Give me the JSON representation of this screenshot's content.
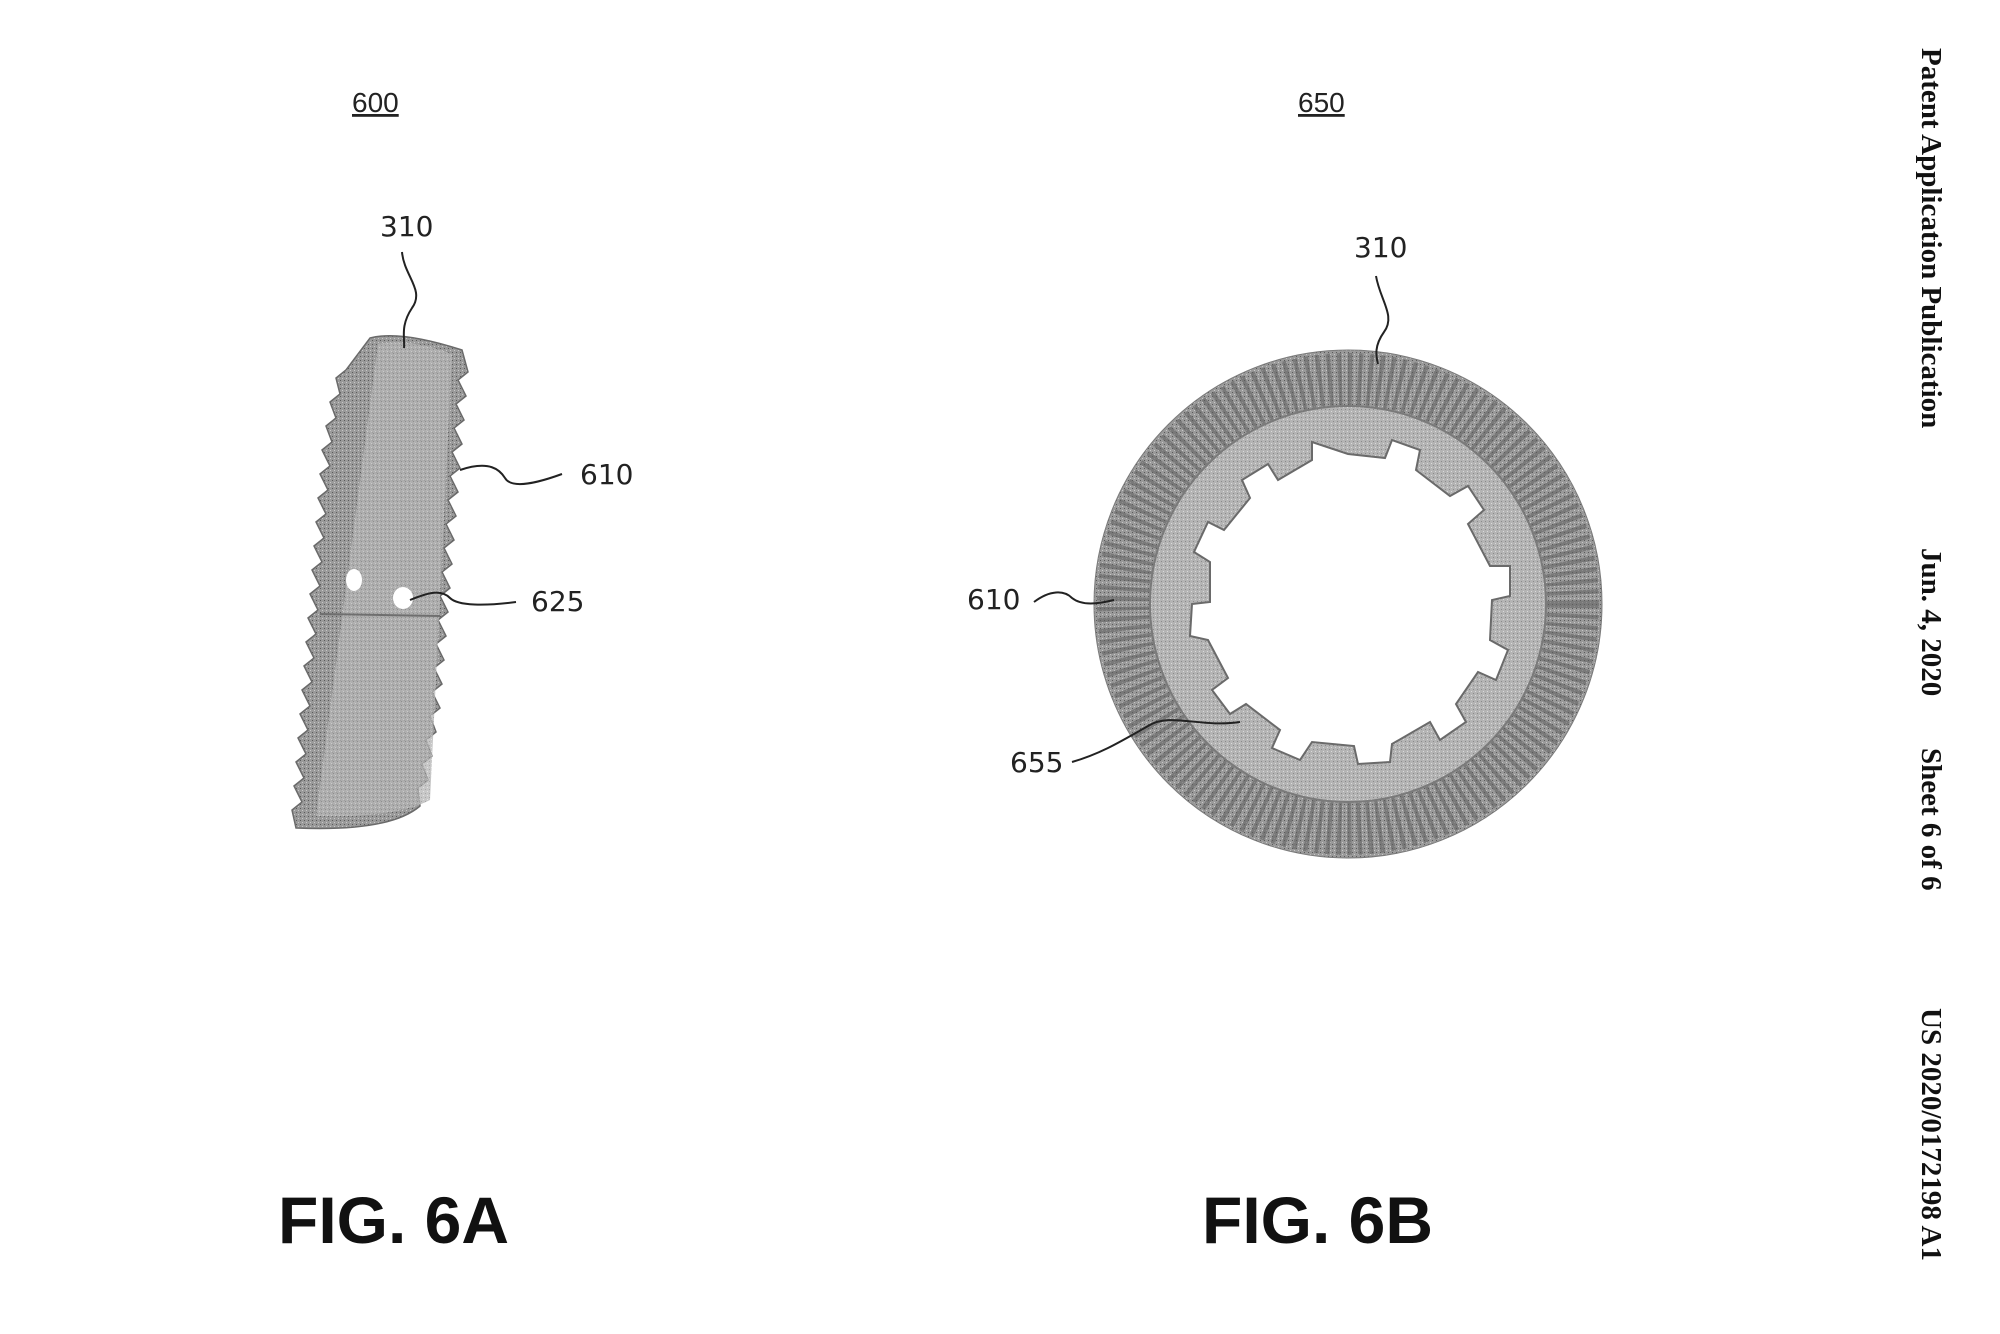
{
  "header": {
    "publication_type": "Patent Application Publication",
    "date": "Jun. 4, 2020",
    "sheet": "Sheet 6 of 6",
    "publication_number": "US 2020/0172198 A1"
  },
  "figures": [
    {
      "id": "fig-6a",
      "reference_number": "600",
      "caption": "FIG. 6A",
      "labels": [
        "310",
        "610",
        "625"
      ]
    },
    {
      "id": "fig-6b",
      "reference_number": "650",
      "caption": "FIG. 6B",
      "labels": [
        "310",
        "610",
        "655"
      ]
    }
  ]
}
